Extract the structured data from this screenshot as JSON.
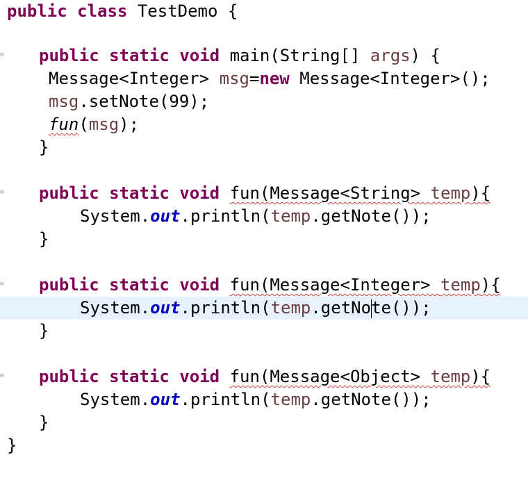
{
  "editor": {
    "lines": {
      "l1": {
        "kw1": "public",
        "kw2": "class",
        "rest": "TestDemo {"
      },
      "l3": {
        "kw1": "public",
        "kw2": "static",
        "kw3": "void",
        "name": "main(String[] ",
        "param": "args",
        "tail": ") {"
      },
      "l4": {
        "type": "Message<Integer> ",
        "var": "msg",
        "eq": "=",
        "kw": "new",
        "rest": " Message<Integer>();"
      },
      "l5": {
        "var": "msg",
        "rest": ".setNote(99);"
      },
      "l6": {
        "call": "fun",
        "open": "(",
        "var": "msg",
        "close": ");"
      },
      "l7": {
        "text": "}"
      },
      "l9": {
        "kw1": "public",
        "kw2": "static",
        "kw3": "void",
        "sig": "fun(Message<String> ",
        "param": "temp",
        "tail": "){"
      },
      "l10": {
        "sys": "System.",
        "field": "out",
        "print": ".println(",
        "var": "temp",
        "rest": ".getNote());"
      },
      "l11": {
        "text": "}"
      },
      "l13": {
        "kw1": "public",
        "kw2": "static",
        "kw3": "void",
        "sig": "fun(Message<Integer> ",
        "param": "temp",
        "tail": "){"
      },
      "l14": {
        "sys": "System.",
        "field": "out",
        "print": ".println(",
        "var": "temp",
        "rest1": ".getNo",
        "rest2": "te());"
      },
      "l15": {
        "text": "}"
      },
      "l17": {
        "kw1": "public",
        "kw2": "static",
        "kw3": "void",
        "sig": "fun(Message<Object> ",
        "param": "temp",
        "tail": "){"
      },
      "l18": {
        "sys": "System.",
        "field": "out",
        "print": ".println(",
        "var": "temp",
        "rest": ".getNote());"
      },
      "l19": {
        "text": "}"
      },
      "l20": {
        "text": "}"
      }
    },
    "fold_icon": "fold-collapse-icon",
    "fold_glyph": "⊖",
    "colors": {
      "keyword": "#7f0055",
      "variable": "#6a3e3e",
      "static_field": "#0000c0",
      "current_line": "#e8f2fe",
      "error_underline": "#d04040"
    }
  }
}
